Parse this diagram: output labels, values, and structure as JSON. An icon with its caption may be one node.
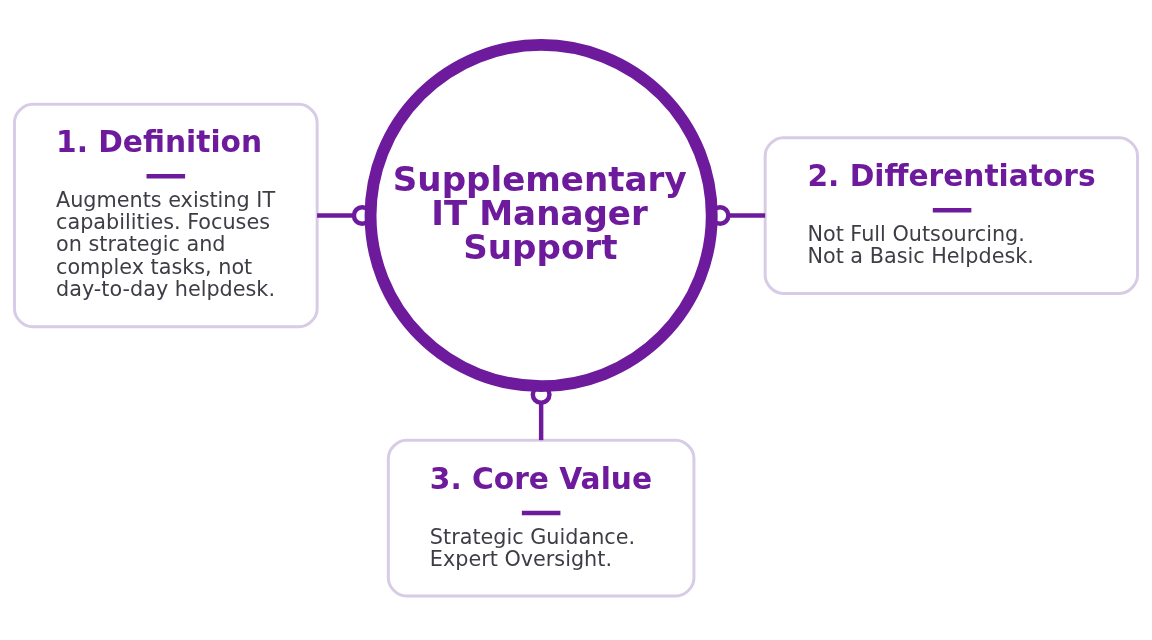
{
  "diagram": {
    "nodes": [
      {
        "text": [
          "Supplementary IT Manager Support"
        ]
      },
      {
        "text": [
          "1. Definition",
          "Augments existing IT capabilities. Focuses on strategic and complex tasks, not day-to-day helpdesk."
        ]
      },
      {
        "text": [
          "2. Differentiators",
          "Not Full Outsourcing. Not a Basic Helpdesk."
        ]
      },
      {
        "text": [
          "3. Core Value",
          "Strategic Guidance. Expert Oversight."
        ]
      }
    ],
    "edges": [
      {
        "from": 0,
        "to": 1,
        "arrow": "other"
      },
      {
        "from": 0,
        "to": 2,
        "arrow": "other"
      },
      {
        "from": 0,
        "to": 3,
        "arrow": "other"
      }
    ]
  }
}
